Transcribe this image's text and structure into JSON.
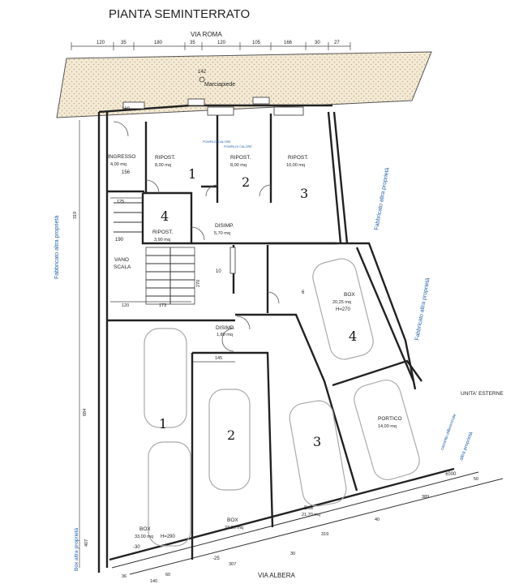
{
  "title": "PIANTA SEMINTERRATO",
  "streets": {
    "top": "VIA ROMA",
    "bottom": "VIA ALBERA",
    "sidewalk": "Marciapiede"
  },
  "top_dims": [
    "120",
    "35",
    "180",
    "35",
    "120",
    "105",
    "166",
    "30",
    "27"
  ],
  "bottom_dims": [
    "36",
    "60",
    "140",
    "307",
    "30",
    "319",
    "40",
    "389",
    "50"
  ],
  "side_dims": {
    "left_upper": "319",
    "left_lower": "684",
    "left_bottom": "407"
  },
  "neighbours": {
    "left_upper": "Fabbricato altra proprietà",
    "left_lower": "Box altra proprietà",
    "right_upper": "Fabbricato altra proprietà",
    "right_mid": "Fabbricato altra proprietà",
    "right_lower": "altra proprietà"
  },
  "rooms": {
    "ingresso": {
      "name": "INGRESSO",
      "area": "4,00 mq"
    },
    "rip1": {
      "name": "RIPOST.",
      "area": "8,00 mq",
      "num": "1"
    },
    "rip2": {
      "name": "RIPOST.",
      "area": "8,00 mq",
      "num": "2"
    },
    "rip3": {
      "name": "RIPOST.",
      "area": "10,00 mq",
      "num": "3"
    },
    "rip4": {
      "name": "RIPOST.",
      "area": "3,90 mq",
      "num": "4"
    },
    "disimp1": {
      "name": "DISIMP.",
      "area": "5,70 mq"
    },
    "disimp2": {
      "name": "DISIMP.",
      "area": "1,80 mq"
    },
    "vano": {
      "name": "VANO",
      "name2": "SCALA"
    },
    "box1": {
      "name": "BOX",
      "area": "33,00 mq",
      "h": "H=290",
      "num": "1"
    },
    "box2": {
      "name": "BOX",
      "area": "23,20 mq",
      "num": "2"
    },
    "box3": {
      "name": "Box",
      "area": "21,70 mq",
      "num": "3"
    },
    "box4": {
      "name": "BOX",
      "area": "20,25 mq",
      "h": "H=270",
      "num": "4"
    },
    "portico": {
      "name": "PORTICO",
      "area": "14,00 mq"
    },
    "unita_esterne": "UNITA' ESTERNE",
    "pompa1": "POMPA DI CALORE",
    "pompa2": "POMPA DI CALORE",
    "cassetto": "cassetto differenziale"
  },
  "levels": {
    "l142": "142",
    "l160": "160",
    "l156": "156",
    "l190": "190",
    "l10": "10",
    "l6": "6",
    "l30": "-30",
    "l25": "-25",
    "l0": "±000"
  },
  "inner_dims": {
    "d125": "125",
    "d120": "120",
    "d173": "173",
    "d270": "270",
    "d145": "145"
  }
}
